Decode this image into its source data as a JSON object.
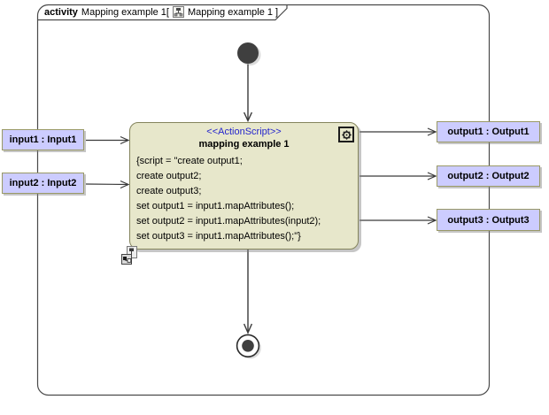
{
  "frame_header": {
    "keyword": "activity",
    "activity_label": "Mapping example 1[",
    "diagram_label": "Mapping example 1 ]"
  },
  "action_node": {
    "stereotype": "<<ActionScript>>",
    "name": "mapping example 1",
    "script_lines": [
      "{script = \"create output1;",
      "create output2;",
      "create output3;",
      "set output1 = input1.mapAttributes();",
      "set output2 = input1.mapAttributes(input2);",
      "set output3 = input1.mapAttributes();\"}"
    ]
  },
  "pins": {
    "inputs": [
      {
        "label": "input1 : Input1"
      },
      {
        "label": "input2 : Input2"
      }
    ],
    "outputs": [
      {
        "label": "output1 : Output1"
      },
      {
        "label": "output2 : Output2"
      },
      {
        "label": "output3 : Output3"
      }
    ]
  },
  "icons": {
    "tab_icon": "activity-diagram-icon",
    "gear_icon": "action-language-gear-icon",
    "rake_icon": "structured-activity-icon"
  },
  "nodes": {
    "initial": "initial-node",
    "final": "activity-final-node"
  },
  "colors": {
    "node_fill": "#E7E7CB",
    "node_border": "#84845C",
    "pin_fill": "#CCCCFF",
    "pin_border": "#999966",
    "stereotype_text": "#2525CC",
    "frame_border": "#4A4A4A",
    "flow_line": "#3A3A3A",
    "initial_final_fill": "#3F3F3F"
  }
}
